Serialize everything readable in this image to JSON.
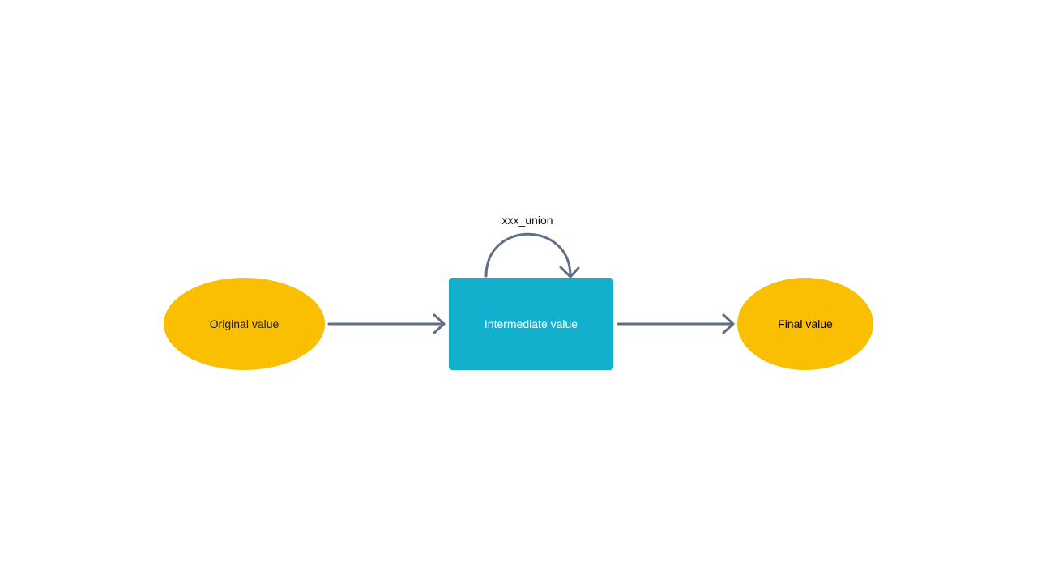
{
  "diagram": {
    "nodes": [
      {
        "id": "original",
        "label": "Original value",
        "shape": "ellipse",
        "fill": "#F9BF00",
        "text_color": "#1F1F1F"
      },
      {
        "id": "intermediate",
        "label": "Intermediate value",
        "shape": "rectangle",
        "fill": "#13B0CE",
        "text_color": "#FFFFFF"
      },
      {
        "id": "final",
        "label": "Final value",
        "shape": "ellipse",
        "fill": "#F9BF00",
        "text_color": "#000000"
      }
    ],
    "edges": [
      {
        "from": "original",
        "to": "intermediate",
        "label": ""
      },
      {
        "from": "intermediate",
        "to": "intermediate",
        "label": "xxx_union"
      },
      {
        "from": "intermediate",
        "to": "final",
        "label": ""
      }
    ],
    "edge_color": "#5E6E85"
  }
}
